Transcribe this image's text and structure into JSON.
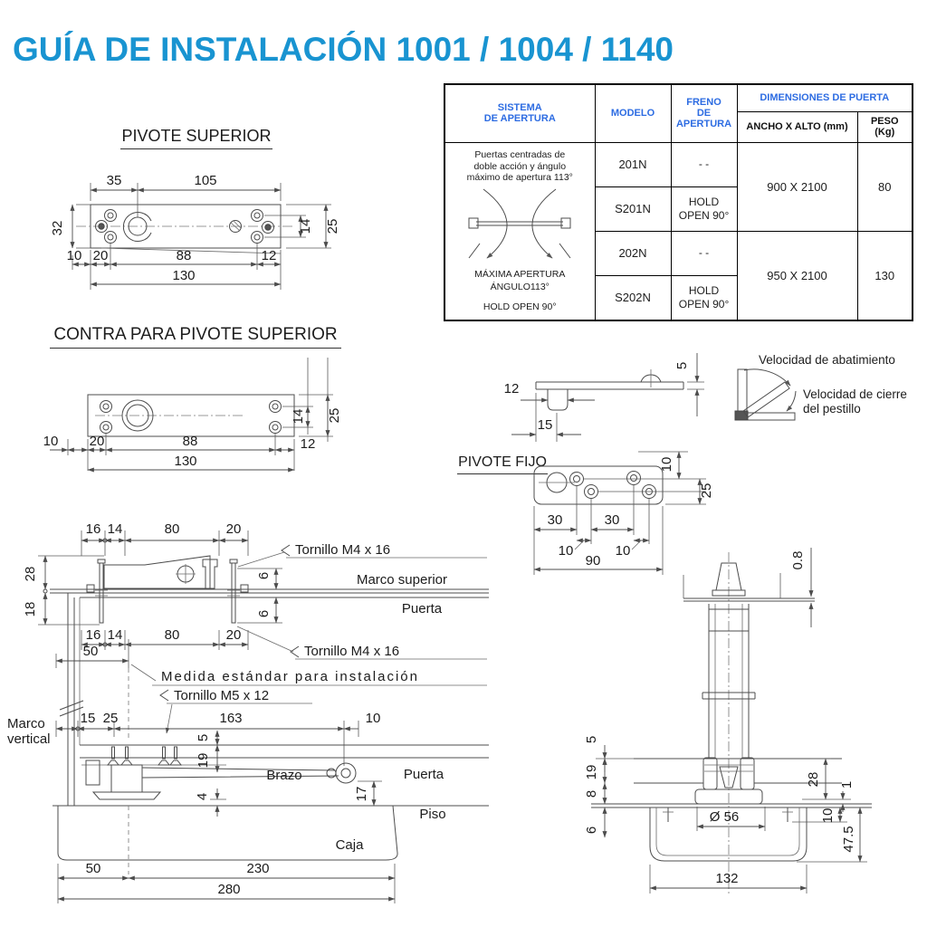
{
  "page": {
    "title": "GUÍA DE INSTALACIÓN 1001 / 1004 / 1140"
  },
  "table": {
    "col_sistema_1": "SISTEMA",
    "col_sistema_2": "DE APERTURA",
    "col_modelo": "MODELO",
    "col_freno_1": "FRENO",
    "col_freno_2": "DE",
    "col_freno_3": "APERTURA",
    "col_dimensiones": "DIMENSIONES DE PUERTA",
    "col_ancho": "ANCHO X ALTO (mm)",
    "col_peso": "PESO (Kg)",
    "sistema_desc_1": "Puertas centradas de",
    "sistema_desc_2": "doble acción y ángulo",
    "sistema_desc_3": "máximo de apertura 113°",
    "sistema_note_1": "MÁXIMA APERTURA",
    "sistema_note_2": "ÁNGULO113°",
    "sistema_note_3": "HOLD OPEN 90°",
    "rows": [
      {
        "modelo": "201N",
        "freno": "- -"
      },
      {
        "modelo": "S201N",
        "freno": "HOLD OPEN 90°"
      },
      {
        "modelo": "202N",
        "freno": "- -"
      },
      {
        "modelo": "S202N",
        "freno": "HOLD OPEN 90°"
      }
    ],
    "size_groups": [
      {
        "ancho": "900 X 2100",
        "peso": "80"
      },
      {
        "ancho": "950 X 2100",
        "peso": "130"
      }
    ]
  },
  "pivote_superior": {
    "title": "PIVOTE SUPERIOR",
    "d35": "35",
    "d105": "105",
    "d32": "32",
    "d14": "14",
    "d25": "25",
    "d10": "10",
    "d20": "20",
    "d88": "88",
    "d12": "12",
    "d130": "130"
  },
  "contra": {
    "title": "CONTRA PARA PIVOTE SUPERIOR",
    "d14": "14",
    "d25": "25",
    "d10": "10",
    "d20": "20",
    "d88": "88",
    "d12": "12",
    "d130": "130"
  },
  "perfil": {
    "d12": "12",
    "d15": "15",
    "d5": "5"
  },
  "pivote_fijo": {
    "title": "PIVOTE FIJO",
    "d10": "10",
    "d25": "25",
    "d30a": "30",
    "d30b": "30",
    "d10a": "10",
    "d10b": "10",
    "d90": "90"
  },
  "velocidad": {
    "abatimiento": "Velocidad de abatimiento",
    "cierre_1": "Velocidad de cierre",
    "cierre_2": "del pestillo"
  },
  "instalacion": {
    "d16": "16",
    "d14": "14",
    "d80": "80",
    "d20": "20",
    "d28": "28",
    "d18": "18",
    "d6": "6",
    "tornillo_m4": "Tornillo  M4 x 16",
    "marco_superior": "Marco superior",
    "puerta": "Puerta",
    "d50": "50",
    "medida": "Medida estándar para instalación",
    "tornillo_m5": "Tornillo  M5 x 12",
    "marco_v1": "Marco",
    "marco_v2": "vertical",
    "d15": "15",
    "d25": "25",
    "d163": "163",
    "d10": "10",
    "d5": "5",
    "d19": "19",
    "d4": "4",
    "d17": "17",
    "brazo": "Brazo",
    "piso": "Piso",
    "caja": "Caja",
    "d50b": "50",
    "d230": "230",
    "d280": "280"
  },
  "seccion": {
    "d08": "0.8",
    "d5": "5",
    "d19": "19",
    "d8": "8",
    "d6": "6",
    "d28": "28",
    "d1": "1",
    "d10": "10",
    "d475": "47.5",
    "dia56": "Ø 56",
    "d132": "132"
  }
}
